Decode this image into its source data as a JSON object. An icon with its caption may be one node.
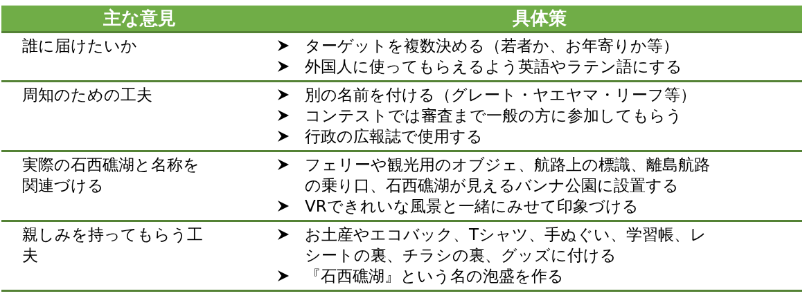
{
  "diagram": {
    "labels": [
      "主な意見",
      "具体策",
      "誰に届けたいか",
      "ターゲットを複数決める（若者か、お年寄りか等）",
      "外国人に使ってもらえるよう英語やラテン語にする",
      "周知のための工夫",
      "別の名前を付ける（グレート・ヤエヤマ・リーフ等）",
      "コンテストでは審査まで一般の方に参加してもらう",
      "行政の広報誌で使用する",
      "実際の石西礁湖と名称を関連づける",
      "フェリーや観光用のオブジェ、航路上の標識、離島航路の乗り口、石西礁湖が見えるバンナ公園に設置する",
      "VRできれいな風景と一緒にみせて印象づける",
      "親しみを持ってもらう工夫",
      "お土産やエコバック、Tシャツ、手ぬぐい、学習帳、レシートの裏、チラシの裏、グッズに付ける",
      "『石西礁湖』という名の泡盛を作る"
    ]
  }
}
